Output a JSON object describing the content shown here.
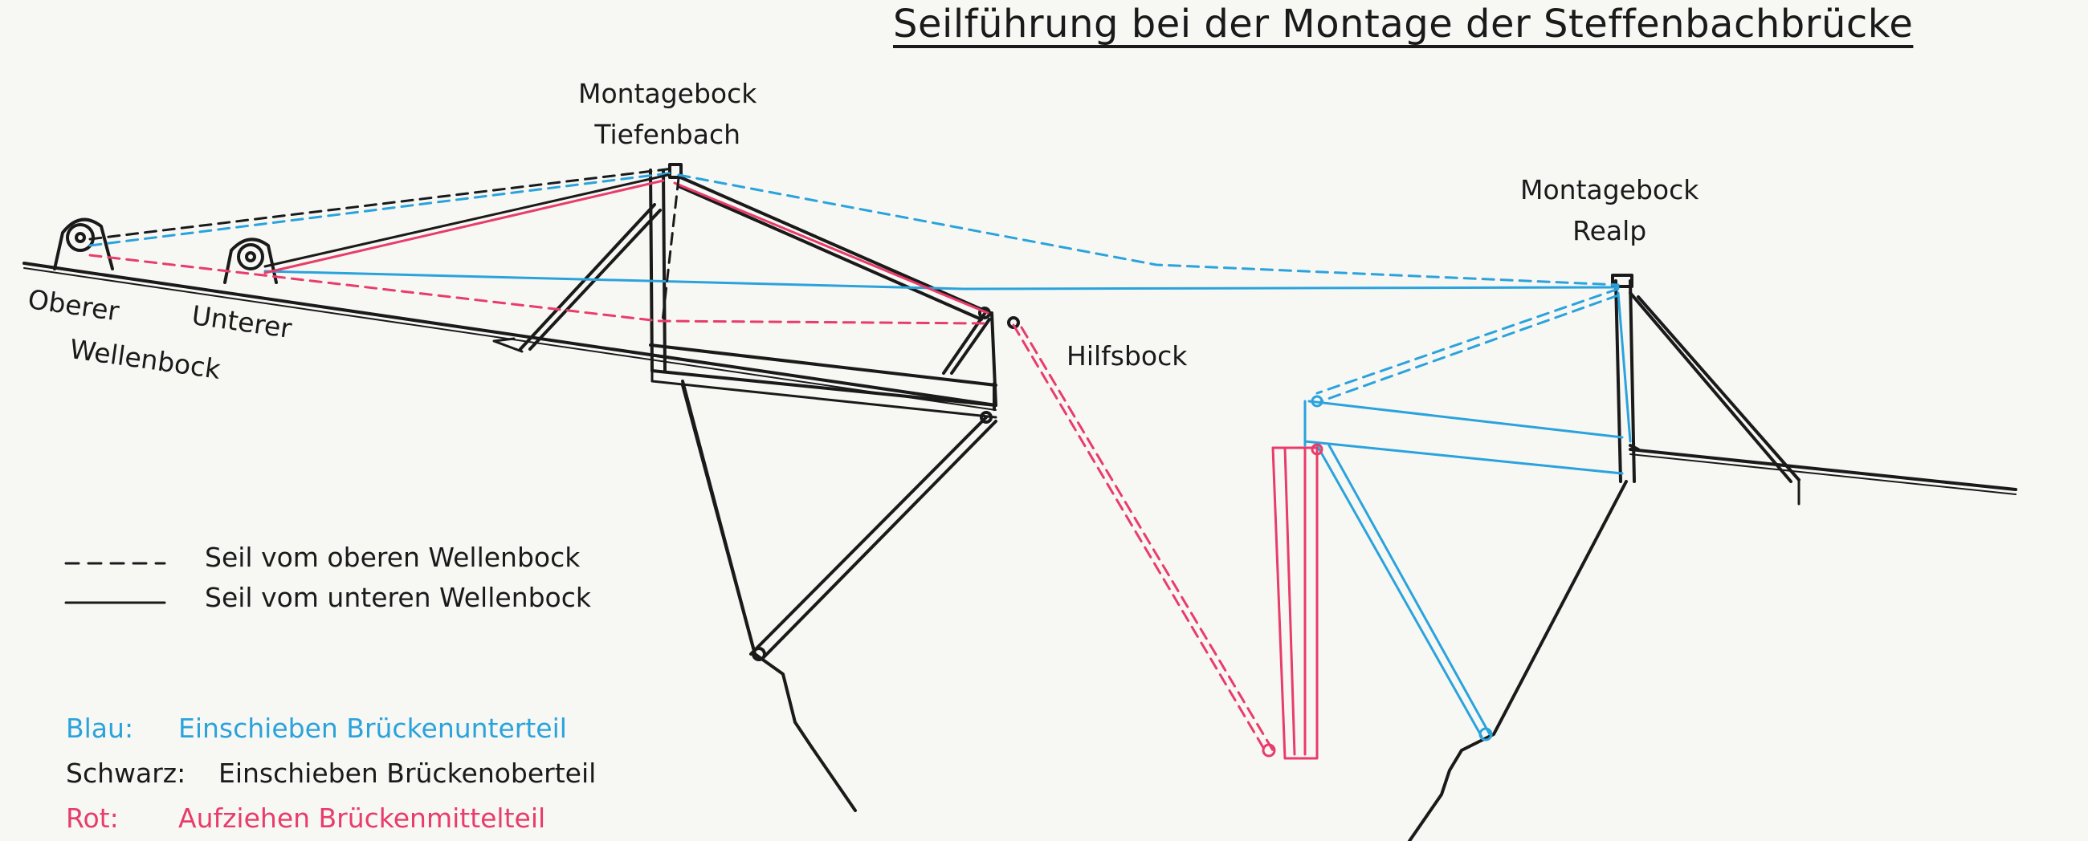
{
  "title": "Seilführung bei der Montage der Steffenbachbrücke",
  "labels": {
    "montagebock_tiefenbach_l1": "Montagebock",
    "montagebock_tiefenbach_l2": "Tiefenbach",
    "montagebock_realp_l1": "Montagebock",
    "montagebock_realp_l2": "Realp",
    "oberer": "Oberer",
    "unterer": "Unterer",
    "wellenbock": "Wellenbock",
    "hilfsbock": "Hilfsbock"
  },
  "legend": {
    "dashed": "Seil vom oberen Wellenbock",
    "solid": "Seil vom unteren Wellenbock"
  },
  "colors": {
    "blue": "#2aa3dc",
    "black": "#1a1a1a",
    "red": "#e83c6a"
  },
  "color_legend": [
    {
      "key": "Blau:",
      "text": "Einschieben Brückenunterteil",
      "color": "#2aa3dc"
    },
    {
      "key": "Schwarz:",
      "text": "Einschieben Brückenoberteil",
      "color": "#1a1a1a"
    },
    {
      "key": "Rot:",
      "text": "Aufziehen Brückenmittelteil",
      "color": "#e83c6a"
    }
  ]
}
